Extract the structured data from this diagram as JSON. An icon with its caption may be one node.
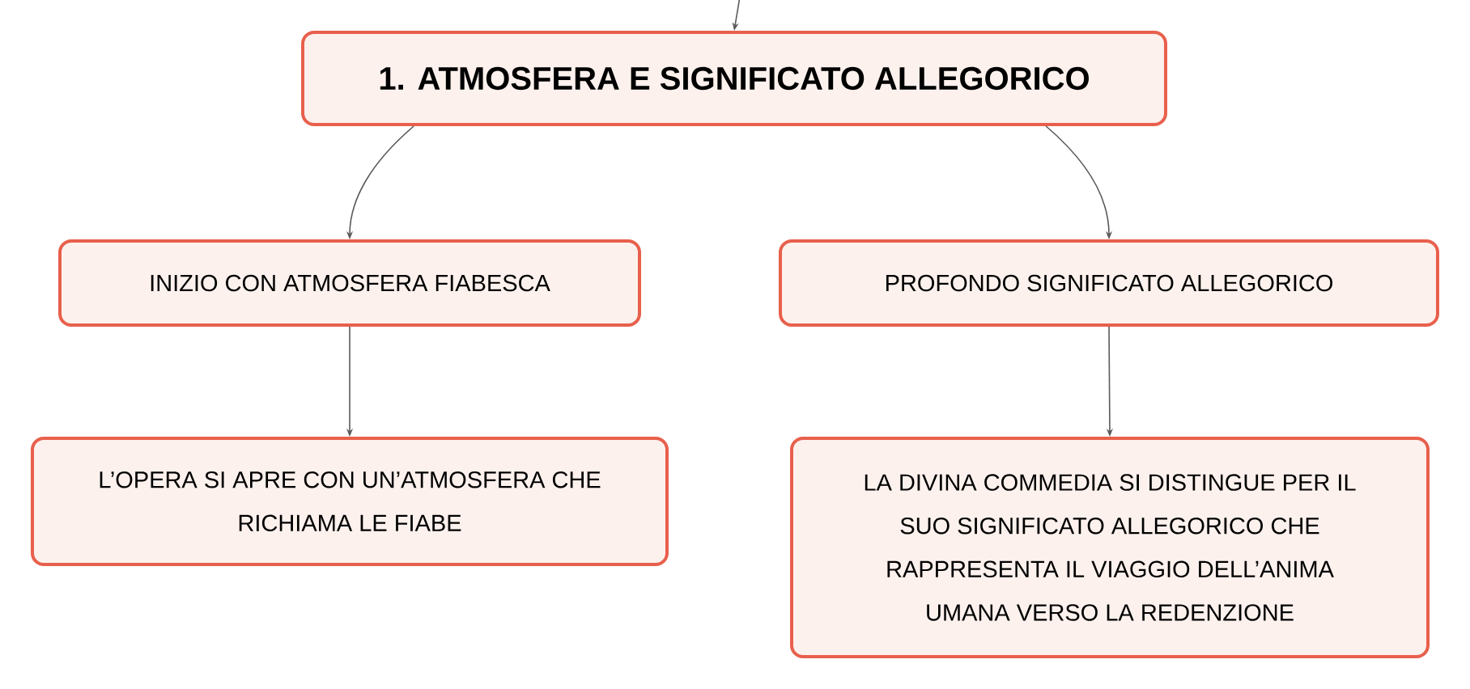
{
  "diagram": {
    "nodes": [
      {
        "text": [
          "1. ATMOSFERA E SIGNIFICATO ALLEGORICO"
        ]
      },
      {
        "text": [
          "INIZIO CON ATMOSFERA FIABESCA"
        ]
      },
      {
        "text": [
          "L’OPERA SI APRE CON UN’ATMOSFERA CHE RICHIAMA LE FIABE"
        ]
      },
      {
        "text": [
          "PROFONDO SIGNIFICATO ALLEGORICO"
        ]
      },
      {
        "text": [
          "LA DIVINA COMMEDIA SI DISTINGUE PER IL SUO SIGNIFICATO ALLEGORICO CHE RAPPRESENTA IL VIAGGIO DELL’ANIMA UMANA VERSO LA REDENZIONE"
        ]
      }
    ],
    "edges": [
      {
        "from": null,
        "to": 0,
        "arrow": "to"
      },
      {
        "from": 0,
        "to": 1,
        "arrow": "to"
      },
      {
        "from": 1,
        "to": 2,
        "arrow": "to"
      },
      {
        "from": 0,
        "to": 3,
        "arrow": "to"
      },
      {
        "from": 3,
        "to": 4,
        "arrow": "to"
      }
    ]
  }
}
